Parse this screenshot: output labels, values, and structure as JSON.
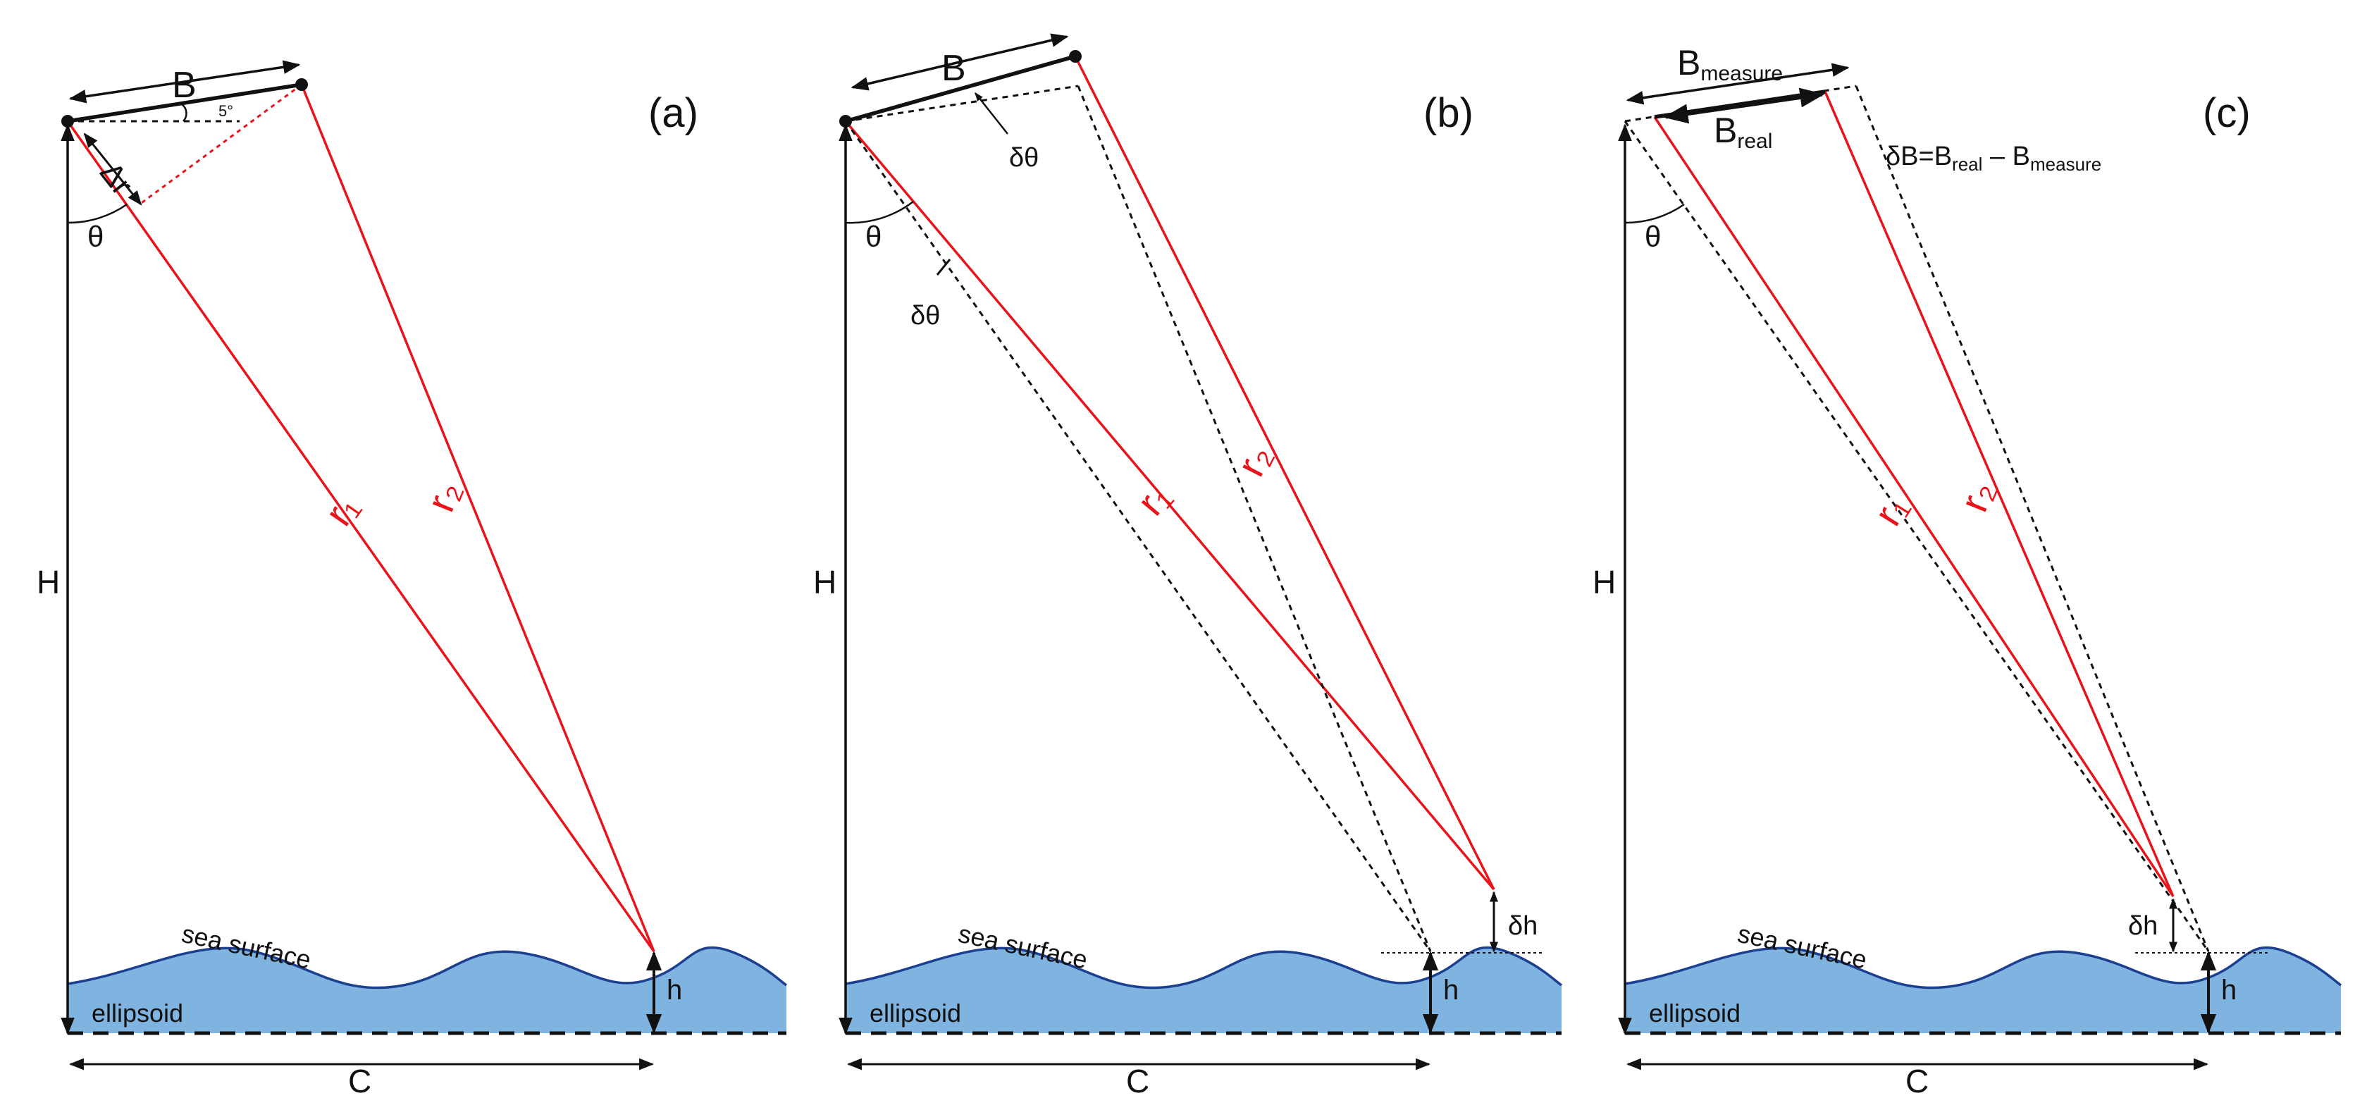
{
  "panels": [
    {
      "id": "a",
      "panel_label": "(a)",
      "baseline_label": "B",
      "angle_label": "5°",
      "delta_r_label": "Δr",
      "theta_label": "θ",
      "height_label": "H",
      "r1_label": "r₁",
      "r2_label": "r₂",
      "sea_surface_label": "sea surface",
      "ellipsoid_label": "ellipsoid",
      "h_label": "h",
      "c_label": "C"
    },
    {
      "id": "b",
      "panel_label": "(b)",
      "baseline_label": "B",
      "delta_theta_top_label": "δθ",
      "delta_theta_mid_label": "δθ",
      "theta_label": "θ",
      "height_label": "H",
      "r1_label": "r₁",
      "r2_label": "r₂",
      "delta_h_label": "δh",
      "sea_surface_label": "sea surface",
      "ellipsoid_label": "ellipsoid",
      "h_label": "h",
      "c_label": "C"
    },
    {
      "id": "c",
      "panel_label": "(c)",
      "b_measure_main": "B",
      "b_measure_sub": "measure",
      "b_real_main": "B",
      "b_real_sub": "real",
      "delta_b_main": "δB=B",
      "delta_b_sub1": "real",
      "delta_b_minus": " – B",
      "delta_b_sub2": "measure",
      "theta_label": "θ",
      "height_label": "H",
      "r1_label": "r₁",
      "r2_label": "r₂",
      "delta_h_label": "δh",
      "sea_surface_label": "sea surface",
      "ellipsoid_label": "ellipsoid",
      "h_label": "h",
      "c_label": "C"
    }
  ],
  "colors": {
    "range_line": "#e8141b",
    "sea_fill": "#7fb3e0",
    "sea_outline": "#1d3f8f",
    "ink": "#111111"
  }
}
